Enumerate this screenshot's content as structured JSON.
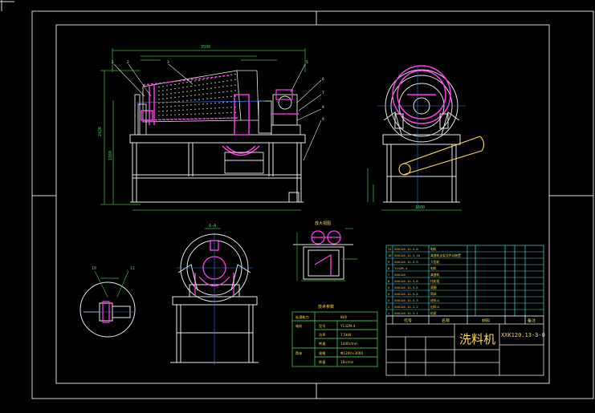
{
  "title_block": {
    "name": "洗料机",
    "drawing_no": "XXK120.13-3-0",
    "header": {
      "code": "代号",
      "name": "名称",
      "material": "材料",
      "weight": "备注"
    }
  },
  "bom": {
    "rows": [
      {
        "no": "11",
        "code": "XXK120.13-3-0",
        "name": "电机"
      },
      {
        "no": "10",
        "code": "XXK120.13-3-10",
        "name": "减速机支架及传动装置"
      },
      {
        "no": "9",
        "code": "XXK120.13-3-9",
        "name": "大齿轮"
      },
      {
        "no": "8",
        "code": "Y132M-4",
        "name": "电机"
      },
      {
        "no": "7",
        "code": "XXK120",
        "name": "减速机"
      },
      {
        "no": "6",
        "code": "XXK120.13-3-6",
        "name": "托轮组"
      },
      {
        "no": "5",
        "code": "XXK120.13-3-5",
        "name": "滚圈"
      },
      {
        "no": "4",
        "code": "XXK120.13-3-4",
        "name": "筒体"
      },
      {
        "no": "3",
        "code": "XXK120.13-3-3",
        "name": "进料斗"
      },
      {
        "no": "2",
        "code": "XXK120.13-3-2",
        "name": "出料斗"
      },
      {
        "no": "1",
        "code": "XXK120.13-3-1",
        "name": "机架"
      }
    ]
  },
  "tech_params": {
    "title": "技术参数",
    "rows": [
      {
        "group": "处理能力",
        "key": "",
        "value": "8t/h"
      },
      {
        "group": "电机",
        "key": "型号",
        "value": "Y132M-4"
      },
      {
        "group": "",
        "key": "功率",
        "value": "7.5kW"
      },
      {
        "group": "",
        "key": "转速",
        "value": "1440r/min"
      },
      {
        "group": "筒体",
        "key": "规格",
        "value": "Φ1200×3000"
      },
      {
        "group": "",
        "key": "转速",
        "value": "16r/min"
      }
    ]
  },
  "views": {
    "section_a": "A-A",
    "detail_b": "放大视图",
    "detail_callout_left": "10",
    "detail_callout_right": "11",
    "dims": {
      "front_total": "3500",
      "front_height": "2420",
      "front_height2": "1560",
      "side_width": "1600"
    }
  }
}
